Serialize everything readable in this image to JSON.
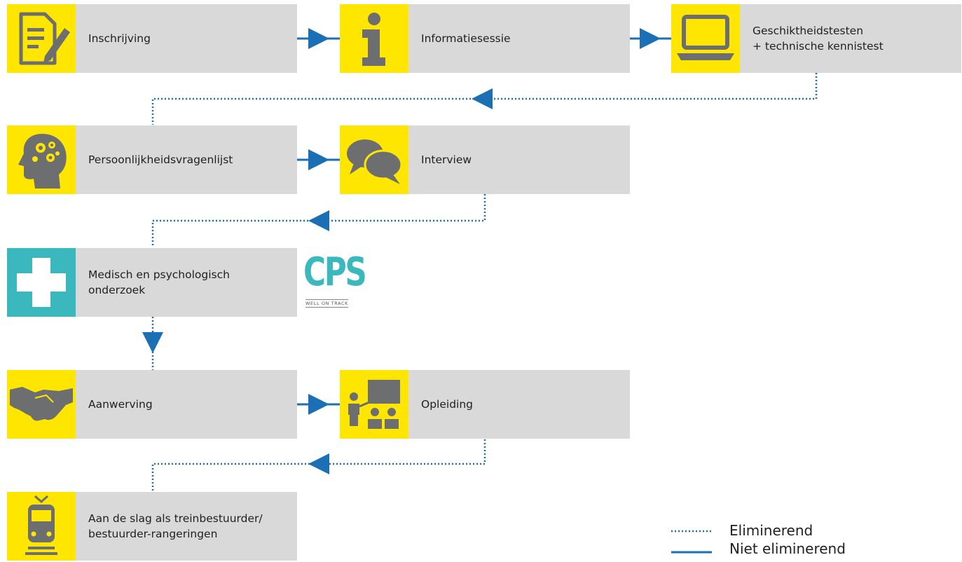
{
  "steps": [
    {
      "label_lines": [
        "Inschrijving"
      ],
      "icon": "document-pen-icon"
    },
    {
      "label_lines": [
        "Informatiesessie"
      ],
      "icon": "info-icon"
    },
    {
      "label_lines": [
        "Geschiktheidstesten",
        "+ technische kennistest"
      ],
      "icon": "laptop-icon"
    },
    {
      "label_lines": [
        "Persoonlijkheidsvragenlijst"
      ],
      "icon": "head-gears-icon"
    },
    {
      "label_lines": [
        "Interview"
      ],
      "icon": "speech-bubbles-icon"
    },
    {
      "label_lines": [
        "Medisch en psychologisch",
        "onderzoek"
      ],
      "icon": "medical-cross-icon"
    },
    {
      "label_lines": [
        "Aanwerving"
      ],
      "icon": "handshake-icon"
    },
    {
      "label_lines": [
        "Opleiding"
      ],
      "icon": "classroom-icon"
    },
    {
      "label_lines": [
        "Aan de slag als treinbestuurder/",
        "bestuurder-rangeringen"
      ],
      "icon": "train-icon"
    }
  ],
  "logo": {
    "letters": "CPS",
    "tagline": "WELL ON TRACK"
  },
  "legend": {
    "eliminating": "Eliminerend",
    "non_eliminating": "Niet eliminerend"
  },
  "colors": {
    "tile_yellow": "#ffe600",
    "tile_teal": "#3bb8bd",
    "card_grey": "#d9d9d9",
    "icon_grey": "#6d6e70",
    "connector_blue": "#1a6fb5",
    "logo_teal": "#3bb8bd"
  }
}
